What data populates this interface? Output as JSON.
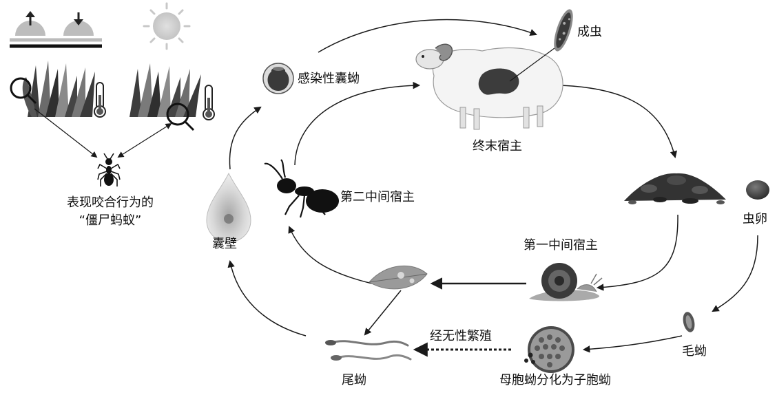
{
  "labels": {
    "adult": "成虫",
    "infective_metacercaria": "感染性囊蚴",
    "definitive_host": "终末宿主",
    "egg": "虫卵",
    "second_intermediate_host": "第二中间宿主",
    "first_intermediate_host": "第一中间宿主",
    "cyst_wall": "囊壁",
    "miracidium": "毛蚴",
    "sporocyst_note": "母胞蚴分化为子胞蚴",
    "asexual_reproduction": "经无性繁殖",
    "cercaria": "尾蚴",
    "zombie_line1": "表现咬合行为的",
    "zombie_line2": "“僵尸蚂蚁”"
  },
  "colors": {
    "stroke": "#1a1a1a",
    "grass_dark": "#3d3d3d",
    "grass_light": "#8a8a8a",
    "sun": "#cfcfcf"
  },
  "icons": [
    "sunrise-up-icon",
    "sunset-down-icon",
    "sun-icon",
    "grass-icon",
    "magnifier-icon",
    "thermometer-icon",
    "ant-icon",
    "sheep-icon",
    "liver-icon",
    "fluke-icon",
    "metacercaria-icon",
    "dung-pile-icon",
    "egg-icon",
    "snail-icon",
    "miracidium-icon",
    "sporocyst-icon",
    "leaf-icon",
    "cercaria-icon",
    "cyst-drop-icon"
  ]
}
